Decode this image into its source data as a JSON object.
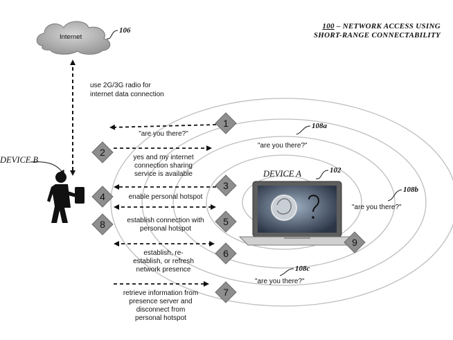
{
  "title": {
    "number": "100",
    "line1_rest": " – NETWORK ACCESS USING",
    "line2": "SHORT-RANGE CONNECTABILITY"
  },
  "internet": {
    "label": "Internet",
    "ref": "106"
  },
  "radio_link": {
    "line1": "use 2G/3G radio for",
    "line2": "internet data connection"
  },
  "device_b": {
    "label": "DEVICE B"
  },
  "device_a": {
    "label": "DEVICE A",
    "ref": "102"
  },
  "ranges": {
    "a": {
      "ref": "108a",
      "text": "\"are you there?\""
    },
    "b": {
      "ref": "108b",
      "text": "\"are you there?\""
    },
    "c": {
      "ref": "108c",
      "text": "\"are you there?\""
    }
  },
  "steps": [
    {
      "n": "1",
      "text": [
        "\"are you there?\""
      ]
    },
    {
      "n": "2",
      "text": [
        "yes and my internet",
        "connection sharing",
        "service is available"
      ]
    },
    {
      "n": "3",
      "text": [
        "enable personal hotspot"
      ]
    },
    {
      "n": "4",
      "text": []
    },
    {
      "n": "5",
      "text": [
        "establish connection with",
        "personal hotspot"
      ]
    },
    {
      "n": "6",
      "text": [
        "establish, re-",
        "establish, or refresh",
        "network presence"
      ]
    },
    {
      "n": "7",
      "text": [
        "retrieve information from",
        "presence server and",
        "disconnect from",
        "personal hotspot"
      ]
    },
    {
      "n": "8",
      "text": []
    },
    {
      "n": "9",
      "text": []
    }
  ],
  "colors": {
    "diamond": "#8e8e8e",
    "cloud": "#b9b9b9",
    "ellipse": "#bdbdbd",
    "ink": "#111111"
  }
}
